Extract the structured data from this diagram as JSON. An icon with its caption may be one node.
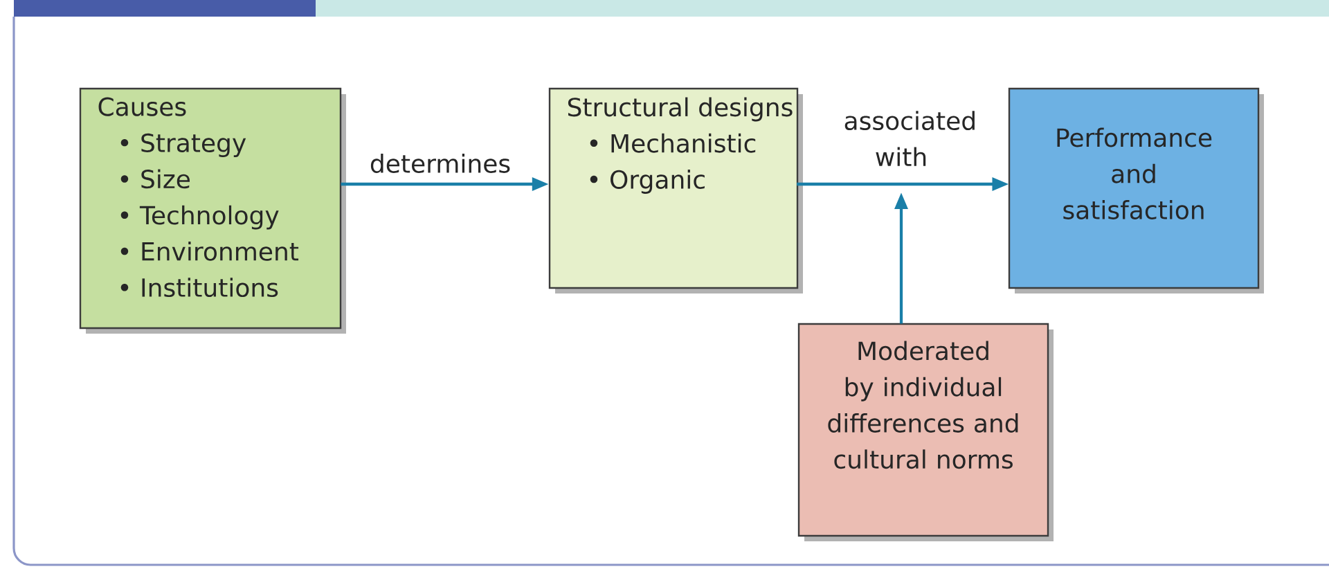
{
  "diagram": {
    "nodes": [
      {
        "text": [
          "Causes",
          "• Strategy",
          "• Size",
          "• Technology",
          "• Environment",
          "• Institutions"
        ]
      },
      {
        "text": [
          "Structural designs",
          "• Mechanistic",
          "• Organic"
        ]
      },
      {
        "text": [
          "Performance and satisfaction"
        ]
      },
      {
        "text": [
          "Moderated by individual differences and cultural norms"
        ]
      }
    ],
    "edges": [
      {
        "from": 0,
        "to": 1,
        "arrow": "to",
        "label": "determines"
      },
      {
        "from": 1,
        "to": 2,
        "arrow": "to",
        "label": "associated with"
      },
      {
        "from": 3,
        "to": null,
        "arrow": "to"
      }
    ]
  }
}
